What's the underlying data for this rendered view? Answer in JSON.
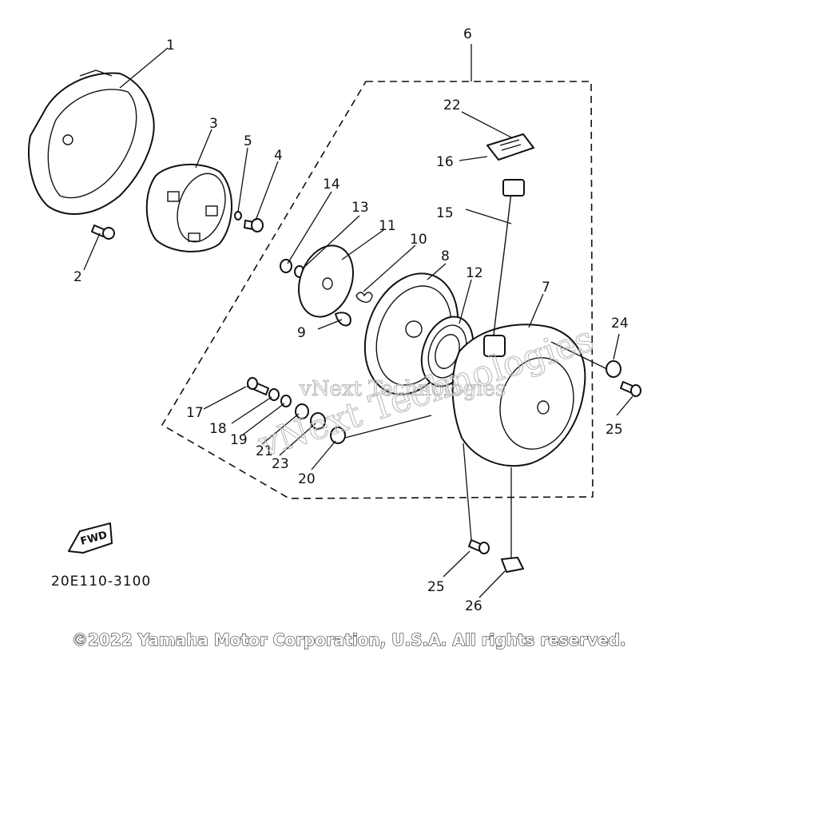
{
  "diagram": {
    "labels": [
      "1",
      "2",
      "3",
      "4",
      "5",
      "6",
      "7",
      "8",
      "9",
      "10",
      "11",
      "12",
      "13",
      "14",
      "15",
      "16",
      "17",
      "18",
      "19",
      "20",
      "21",
      "22",
      "23",
      "24",
      "25",
      "25",
      "26"
    ],
    "fwd_text": "FWD",
    "part_code": "20E110-3100",
    "watermark": [
      "vNext Technologies",
      "vNext Technologies"
    ],
    "copyright": "©2022 Yamaha Motor Corporation, U.S.A. All rights reserved."
  }
}
